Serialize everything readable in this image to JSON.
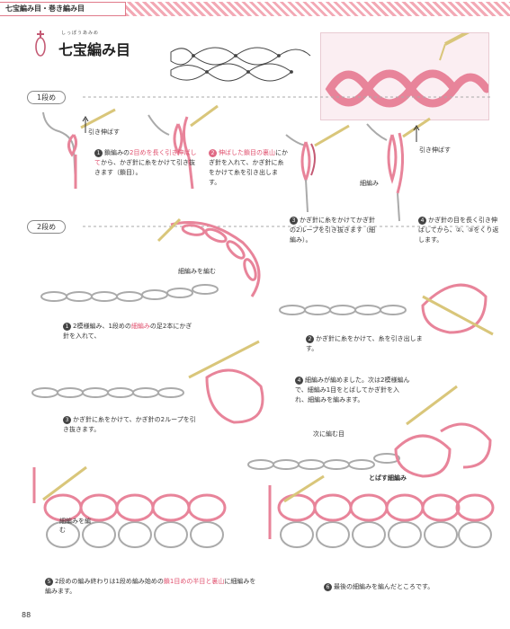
{
  "header": {
    "title": "七宝編み目・巻き編み目",
    "accent_color": "#e07a8a"
  },
  "section": {
    "ruby": "しっぽうあみめ",
    "title": "七宝編み目",
    "icon": "crochet-symbol-icon"
  },
  "rows": {
    "row1_label": "1段め",
    "row2_label": "2段め"
  },
  "steps_row1": [
    {
      "num": "1",
      "text_a": "鎖編みの",
      "hl_a": "2目めを",
      "text_b": "",
      "hl_b": "長く引き伸ばして",
      "text_c": "から、かぎ針に糸をかけて引き抜きます（鎖目）。"
    },
    {
      "num": "2",
      "text_a": "",
      "hl_a": "伸ばした鎖目の裏山",
      "text_b": "にかぎ針を入れて、かぎ針に糸をかけて",
      "hl_b": "",
      "text_c": "糸を引き出します。"
    },
    {
      "num": "3",
      "text_a": "かぎ針に糸をかけて",
      "hl_a": "",
      "text_b": "かぎ針の2ループを",
      "hl_b": "",
      "text_c": "引き抜きます（細編み）。"
    },
    {
      "num": "4",
      "text_a": "かぎ針の目を長く引",
      "hl_a": "",
      "text_b": "き伸ばしてから、②、",
      "hl_b": "",
      "text_c": "③をくり返します。"
    }
  ],
  "steps_row2": [
    {
      "num": "1",
      "text_a": "2模様編み、1段めの",
      "hl_a": "細編み",
      "text_b": "の",
      "hl_b": "",
      "text_c": "足2本にかぎ針を入れて、"
    },
    {
      "num": "2",
      "text_a": "かぎ針に糸をかけて、糸を",
      "hl_a": "",
      "text_b": "",
      "hl_b": "",
      "text_c": "引き出します。"
    },
    {
      "num": "3",
      "text_a": "かぎ針に糸をかけて、かぎ針の",
      "hl_a": "",
      "text_b": "",
      "hl_b": "",
      "text_c": "2ループを引き抜きます。"
    },
    {
      "num": "4",
      "text_a": "細編みが編めました。次は2模様",
      "hl_a": "",
      "text_b": "",
      "hl_b": "",
      "text_c": "編んで、細編み1目をとばしてかぎ針を入れ、細編みを編みます。"
    },
    {
      "num": "5",
      "text_a": "2段めの編み終わりは1段め編み始めの",
      "hl_a": "鎖1目めの半目と",
      "text_b": "",
      "hl_b": "裏山",
      "text_c": "に細編みを編みます。"
    },
    {
      "num": "6",
      "text_a": "最後の細編みを編んだところです。",
      "hl_a": "",
      "text_b": "",
      "hl_b": "",
      "text_c": ""
    }
  ],
  "callouts": {
    "pull_1": "引き伸ばす",
    "pull_2": "引き伸ばす",
    "sc_label": "細編み",
    "knit_sc": "細編みを編む",
    "next_knit": "次に編む目",
    "skip_sc": "とばす細編み",
    "knit_sc_2": "細編みを編む"
  },
  "page_number": "88",
  "colors": {
    "yarn_pink": "#e8849a",
    "yarn_dark": "#c45a74",
    "hook": "#d9c67a",
    "outline": "#666666"
  }
}
